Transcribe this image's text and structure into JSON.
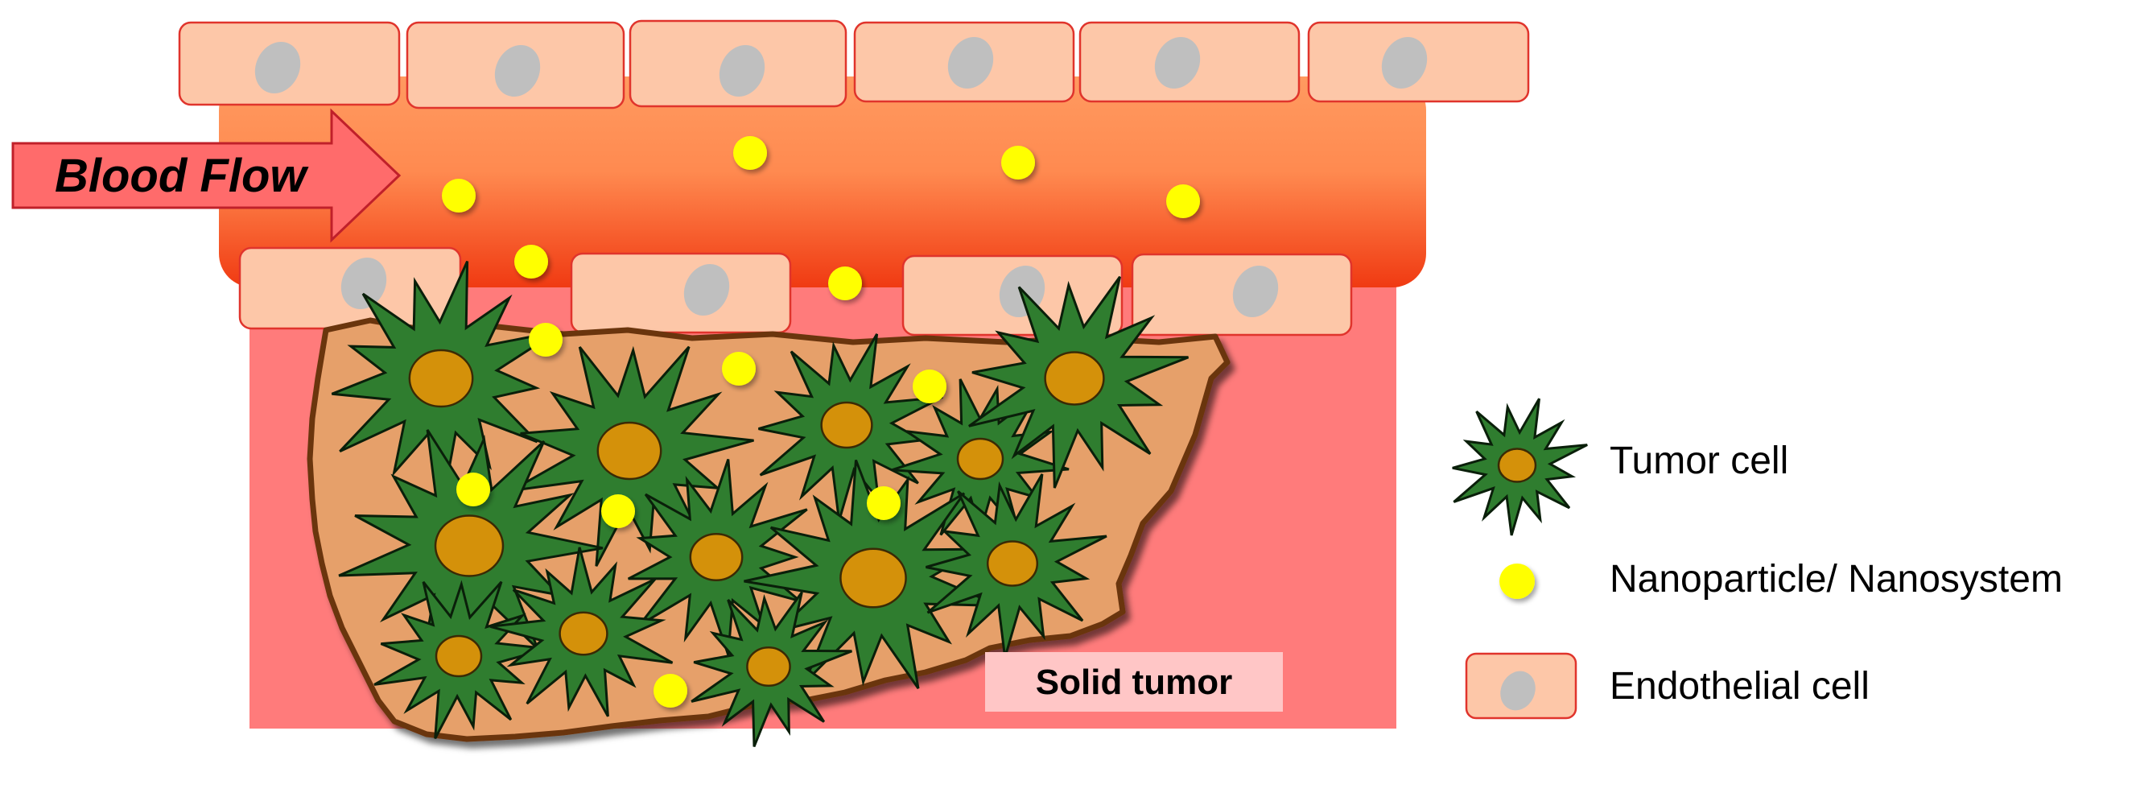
{
  "diagram": {
    "blood_flow_label": "Blood Flow",
    "solid_tumor_label": "Solid tumor"
  },
  "legend": {
    "items": [
      {
        "label": "Tumor cell",
        "icon": "tumor-cell-icon"
      },
      {
        "label": "Nanoparticle/ Nanosystem",
        "icon": "nanoparticle-icon"
      },
      {
        "label": "Endothelial cell",
        "icon": "endothelial-cell-icon"
      }
    ]
  },
  "colors": {
    "vessel_top": "#ff8c52",
    "vessel_bottom": "#f24018",
    "tissue": "#ff7b7b",
    "endothelial_fill": "#fdc7a8",
    "endothelial_border": "#e0342c",
    "nucleus_gray": "#bfbfbf",
    "tumor_mass": "#e6a06a",
    "tumor_outline": "#6b3410",
    "tumor_cell_green": "#2f7d2f",
    "tumor_nucleus": "#d4910a",
    "nanoparticle": "#ffff00",
    "arrow_fill": "#ff6b6b",
    "arrow_stroke": "#c0202a",
    "tumor_label_bg": "#ffc6c6"
  }
}
